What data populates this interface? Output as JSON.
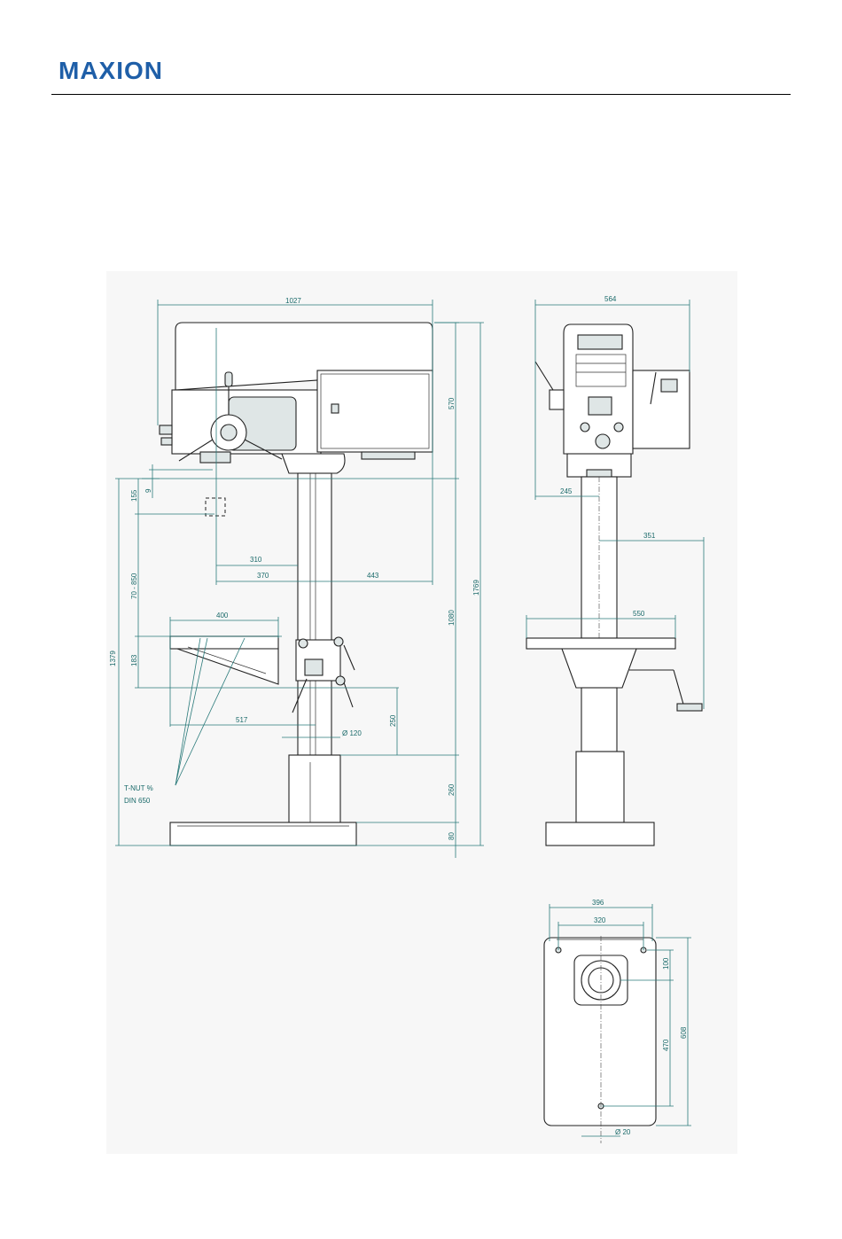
{
  "header": {
    "brand": "MAXION"
  },
  "side_view": {
    "dims": {
      "overall_width": "1027",
      "head_height": "570",
      "d9": "9",
      "d155": "155",
      "travel": "70 - 850",
      "total_height": "1769",
      "column_height": "1080",
      "table_base": "1379",
      "d183": "183",
      "d310": "310",
      "d370": "370",
      "d443": "443",
      "table_width": "400",
      "d517": "517",
      "column_dia": "Ø 120",
      "d250": "250",
      "d260": "260",
      "base_height": "80"
    },
    "tnut_note_line1": "T-NUT %",
    "tnut_note_line2": "DIN 650"
  },
  "front_view": {
    "dims": {
      "width": "564",
      "d245": "245",
      "d351": "351",
      "table": "550"
    }
  },
  "base_view": {
    "dims": {
      "outer": "396",
      "inner": "320",
      "d100": "100",
      "d470": "470",
      "d608": "608",
      "hole_dia": "Ø 20"
    }
  }
}
